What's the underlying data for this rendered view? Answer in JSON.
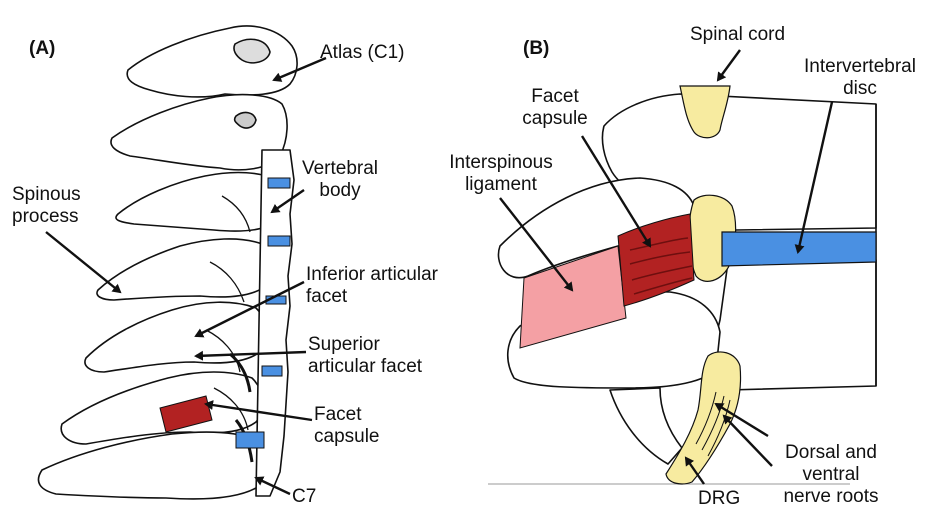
{
  "panels": {
    "a": {
      "tag": "(A)"
    },
    "b": {
      "tag": "(B)"
    }
  },
  "labels_a": {
    "atlas": "Atlas (C1)",
    "vertebral_body_1": "Vertebral",
    "vertebral_body_2": "body",
    "spinous_1": "Spinous",
    "spinous_2": "process",
    "inferior_1": "Inferior articular",
    "inferior_2": "facet",
    "superior_1": "Superior",
    "superior_2": "articular facet",
    "facet_capsule_1": "Facet",
    "facet_capsule_2": "capsule",
    "c7": "C7"
  },
  "labels_b": {
    "spinal_cord": "Spinal cord",
    "intervertebral_1": "Intervertebral",
    "intervertebral_2": "disc",
    "facet_capsule_1": "Facet",
    "facet_capsule_2": "capsule",
    "interspinous_1": "Interspinous",
    "interspinous_2": "ligament",
    "dorsal_1": "Dorsal and",
    "dorsal_2": "ventral",
    "dorsal_3": "nerve roots",
    "drg": "DRG"
  },
  "colors": {
    "line": "#111111",
    "disc_blue": "#4a90e2",
    "capsule_red": "#b22222",
    "ligament_pink": "#f4a0a4",
    "cord_yellow": "#f7eba0"
  }
}
